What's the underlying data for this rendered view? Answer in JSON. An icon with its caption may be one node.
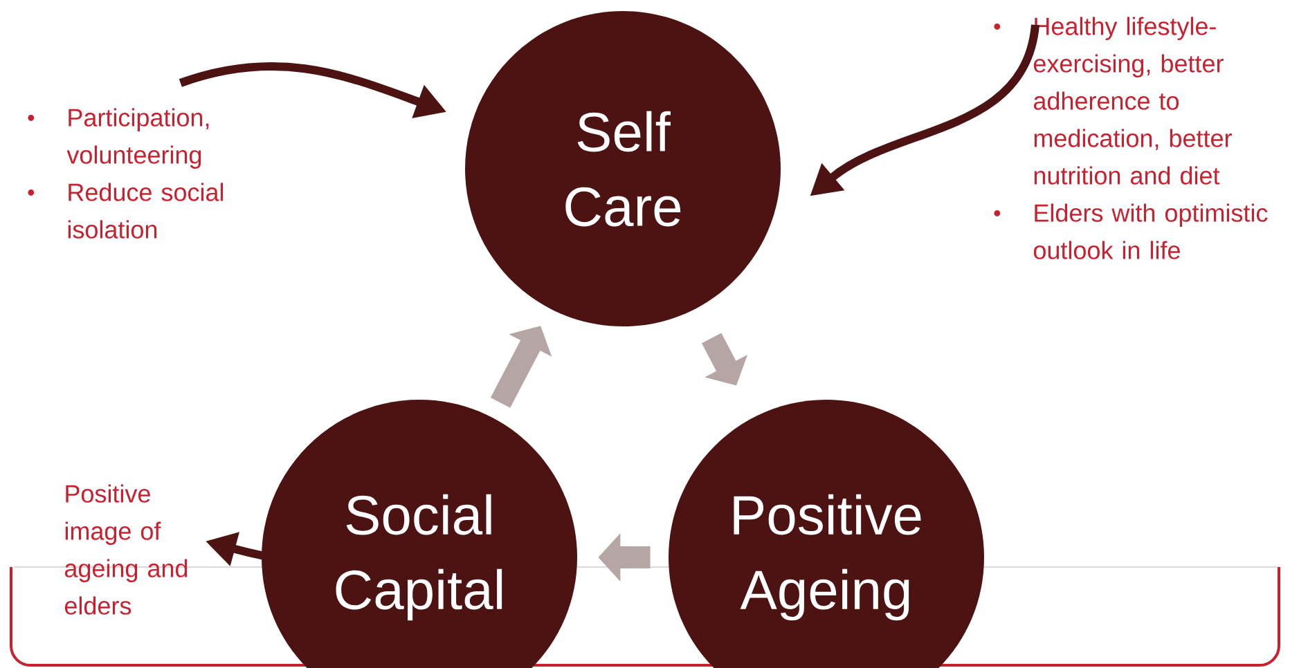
{
  "diagram": {
    "nodes": [
      {
        "text": [
          "Self Care"
        ]
      },
      {
        "text": [
          "Positive Ageing"
        ]
      },
      {
        "text": [
          "Social Capital"
        ]
      },
      {
        "text": [
          "Participation, volunteering",
          "Reduce social isolation"
        ]
      },
      {
        "text": [
          "Healthy lifestyle-exercising, better adherence to medication, better nutrition and diet",
          "Elders with optimistic outlook in life"
        ]
      },
      {
        "text": [
          "Positive image of ageing and elders"
        ]
      }
    ],
    "edges": [
      {
        "from": 2,
        "to": 0,
        "arrow": "to",
        "style": "thick",
        "color": "#b5a6a5"
      },
      {
        "from": 0,
        "to": 1,
        "arrow": "to",
        "style": "thick",
        "color": "#b5a6a5"
      },
      {
        "from": 1,
        "to": 2,
        "arrow": "to",
        "style": "thick",
        "color": "#b5a6a5"
      },
      {
        "from": 3,
        "to": 0,
        "arrow": "to",
        "color": "#4c1312"
      },
      {
        "from": 4,
        "to": 0,
        "arrow": "to",
        "color": "#4c1312"
      },
      {
        "from": 2,
        "to": 5,
        "arrow": "to",
        "color": "#4c1312"
      }
    ]
  }
}
